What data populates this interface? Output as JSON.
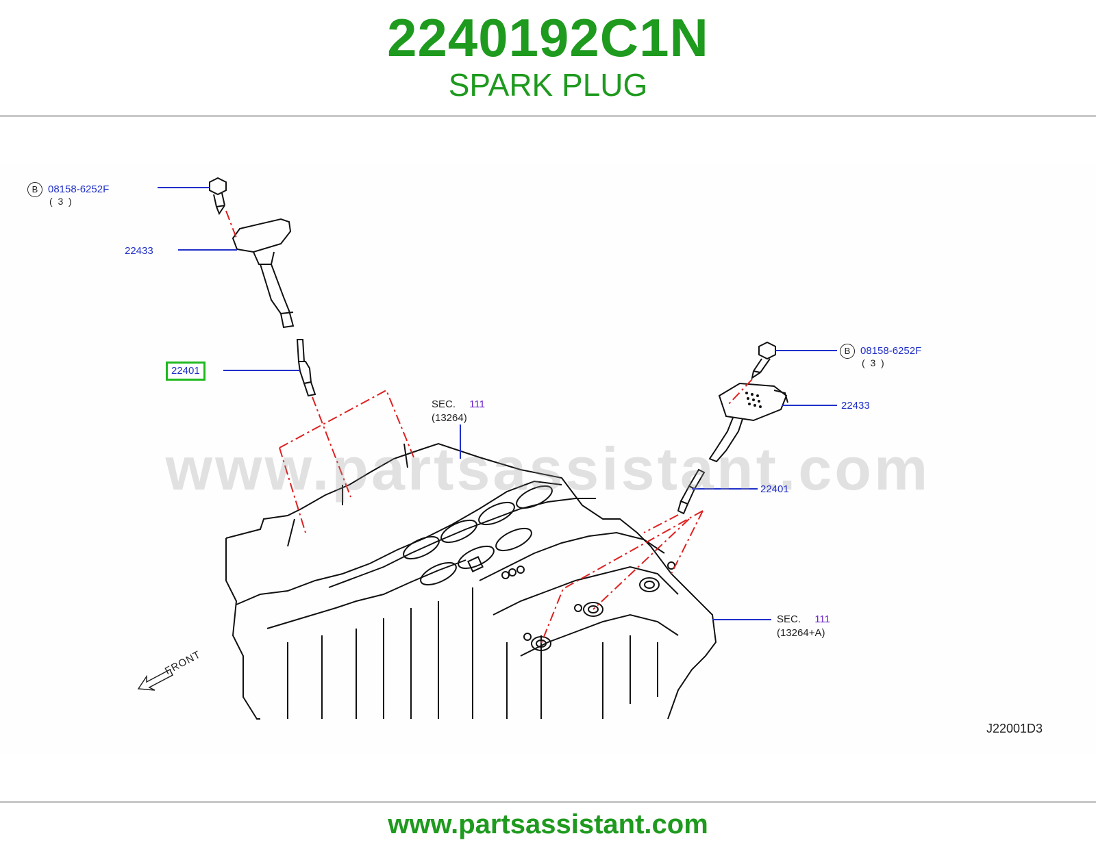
{
  "header": {
    "part_number": "2240192C1N",
    "part_name": "SPARK PLUG"
  },
  "diagram": {
    "watermark": "www.partsassistant.com",
    "callouts": {
      "bolt_left": {
        "badge": "B",
        "part": "08158-6252F",
        "qty": "(  3  )"
      },
      "coil_left": "22433",
      "plug_left": "22401",
      "sec_upper": {
        "prefix": "SEC.",
        "number": "111",
        "ref": "(13264)"
      },
      "bolt_right": {
        "badge": "B",
        "part": "08158-6252F",
        "qty": "(  3  )"
      },
      "coil_right": "22433",
      "plug_right": "22401",
      "sec_lower": {
        "prefix": "SEC.",
        "number": "111",
        "ref": "(13264+A)"
      }
    },
    "front_label": "FRONT",
    "diagram_code": "J22001D3",
    "colors": {
      "callout_line": "#1f2fc9",
      "center_line": "#e02020",
      "highlight": "#1fb91f"
    }
  },
  "footer": {
    "url": "www.partsassistant.com"
  }
}
